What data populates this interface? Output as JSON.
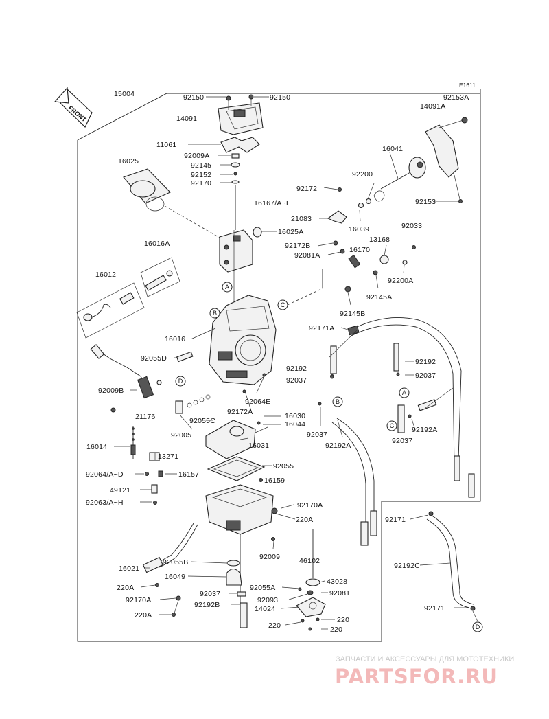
{
  "diagram_code": "E1611",
  "front_label": "FRONT",
  "watermark": {
    "line1": "ЗАПЧАСТИ И АКСЕССУАРЫ ДЛЯ МОТОТЕХНИКИ",
    "logo": "PARTSFOR.RU"
  },
  "refs": [
    "A",
    "B",
    "C",
    "D"
  ],
  "labels": [
    "15004",
    "92150",
    "92150",
    "92153A",
    "14091",
    "14091A",
    "11061",
    "92009A",
    "92145",
    "92152",
    "92170",
    "16025",
    "16041",
    "92200",
    "92172",
    "92153",
    "16167/A~I",
    "21083",
    "16039",
    "16025A",
    "92033",
    "16016A",
    "13168",
    "92172B",
    "16170",
    "92081A",
    "92200A",
    "16012",
    "92145A",
    "92145B",
    "92171A",
    "16016",
    "92055D",
    "92192",
    "92192",
    "92037",
    "92037",
    "92009B",
    "92064E",
    "92172A",
    "16030",
    "16044",
    "21176",
    "92005",
    "92055C",
    "92037",
    "92192A",
    "92192A",
    "92037",
    "16014",
    "16031",
    "13271",
    "92055",
    "92064/A~D",
    "16157",
    "16159",
    "49121",
    "92063/A~H",
    "92170A",
    "220A",
    "92171",
    "16021",
    "92055B",
    "92009",
    "46102",
    "92192C",
    "16049",
    "43028",
    "220A",
    "92055A",
    "92037",
    "92081",
    "92170A",
    "92093",
    "92192B",
    "14024",
    "92171",
    "220A",
    "220",
    "220"
  ]
}
